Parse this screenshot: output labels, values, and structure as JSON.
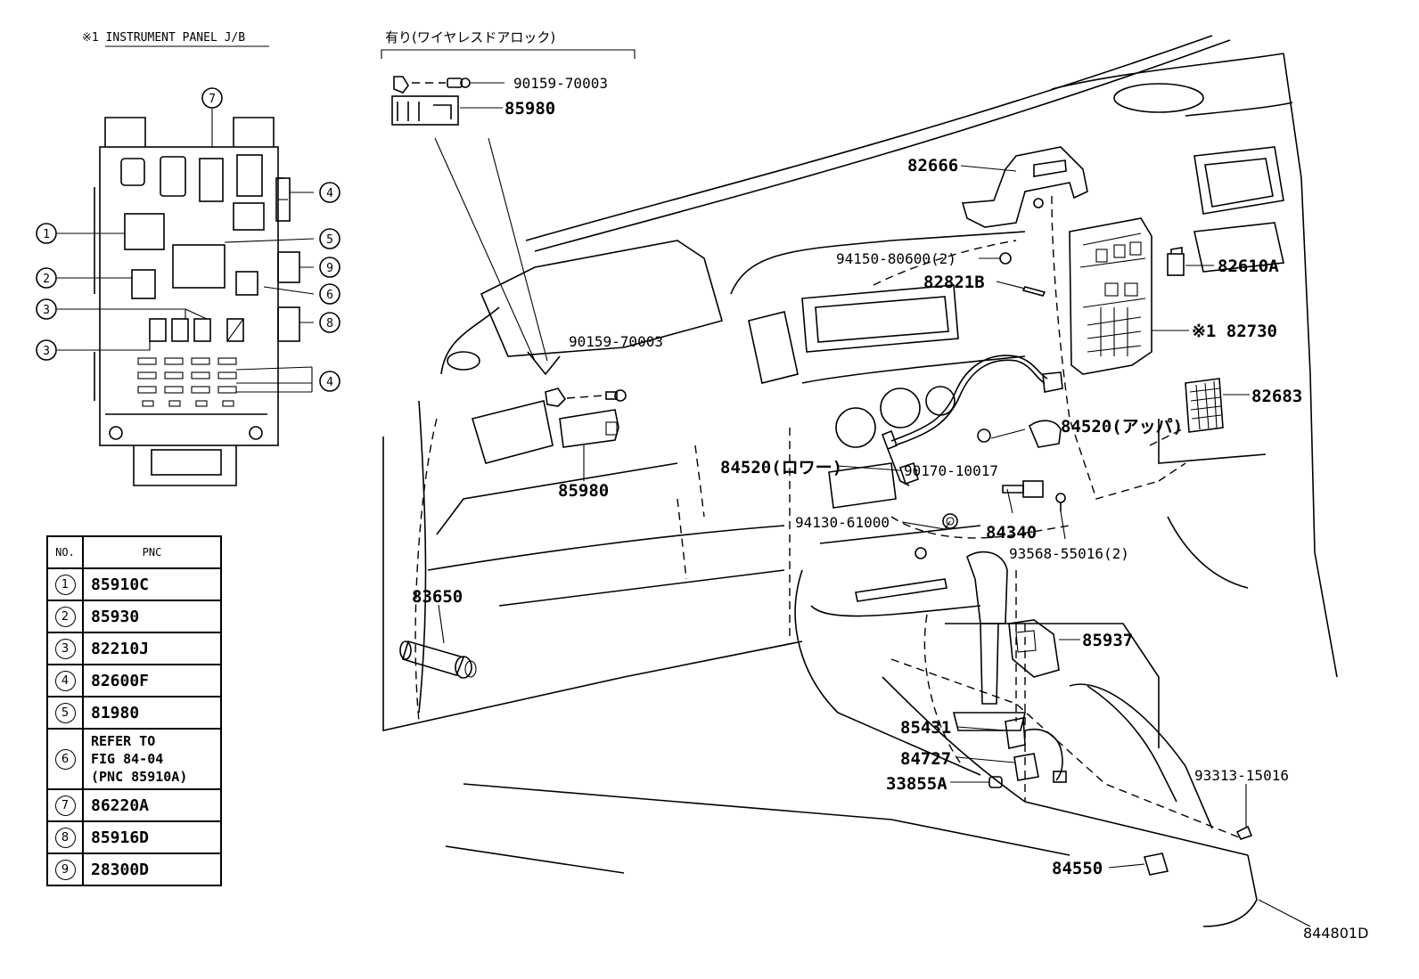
{
  "header": {
    "jb_title": "※1 INSTRUMENT PANEL J/B",
    "option_title": "有り(ワイヤレスドアロック)"
  },
  "jb_callouts": [
    "1",
    "2",
    "3",
    "3",
    "4",
    "4",
    "5",
    "6",
    "7",
    "8",
    "9"
  ],
  "table": {
    "headers": [
      "NO.",
      "PNC"
    ],
    "rows": [
      {
        "no": "1",
        "pnc": "85910C"
      },
      {
        "no": "2",
        "pnc": "85930"
      },
      {
        "no": "3",
        "pnc": "82210J"
      },
      {
        "no": "4",
        "pnc": "82600F"
      },
      {
        "no": "5",
        "pnc": "81980"
      },
      {
        "no": "6",
        "pnc": "REFER TO\nFIG 84-04\n(PNC 85910A)"
      },
      {
        "no": "7",
        "pnc": "86220A"
      },
      {
        "no": "8",
        "pnc": "85916D"
      },
      {
        "no": "9",
        "pnc": "28300D"
      }
    ]
  },
  "labels": {
    "p90159_top": "90159-70003",
    "p85980_top": "85980",
    "p82666": "82666",
    "p94150": "94150-80600(2)",
    "p82821b": "82821B",
    "p82610a": "82610A",
    "p82730": "※1 82730",
    "p82683": "82683",
    "p90159_mid": "90159-70003",
    "p84520_upper": "84520(アッパ)",
    "p84520_lower": "84520(ロワー)",
    "p90170": "90170-10017",
    "p85980_mid": "85980",
    "p94130": "94130-61000",
    "p84340": "84340",
    "p93568": "93568-55016(2)",
    "p83650": "83650",
    "p85937": "85937",
    "p85431": "85431",
    "p84727": "84727",
    "p33855a": "33855A",
    "p93313": "93313-15016",
    "p84550": "84550",
    "figure_id": "844801D"
  }
}
